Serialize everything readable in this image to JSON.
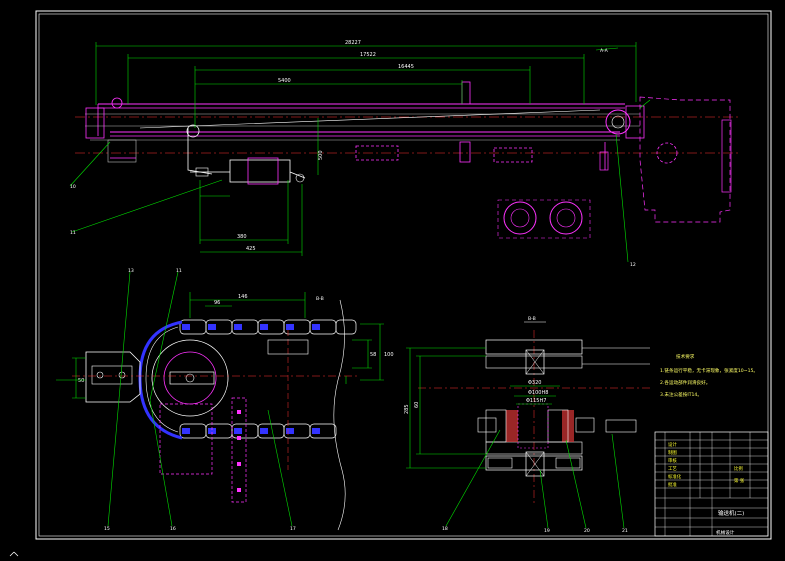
{
  "dimensions": {
    "overall_length": "28227",
    "length_17522": "17522",
    "length_16445": "16445",
    "length_5400": "5400",
    "height_500": "500",
    "width_380": "380",
    "width_425": "425",
    "link_146": "146",
    "link_96": "96",
    "height_58": "58",
    "height_50": "50",
    "height_100": "100",
    "phi_320": "Φ320",
    "phi_100h": "Φ100H8",
    "phi_115h": "Φ115H7",
    "height_285": "285",
    "height_60": "60"
  },
  "section_labels": {
    "a_a": "A-A",
    "b_b": "B-B",
    "b_b_2": "B-B"
  },
  "part_tags": [
    "10",
    "11",
    "12",
    "13",
    "11",
    "15",
    "16",
    "17",
    "18",
    "19",
    "20",
    "21"
  ],
  "tech_requirements": {
    "title": "技术要求",
    "lines": [
      "1.链条运行平稳，无卡滞现象，张紧度10~15。",
      "2.各运动部件润滑良好。",
      "3.未注公差按IT14。"
    ]
  },
  "title_block": {
    "drawing_title": "输送机(二)",
    "rows": [
      "设计",
      "制图",
      "审核",
      "工艺",
      "标准化",
      "批准"
    ],
    "scale_label": "比例",
    "sheet_label": "第 张",
    "company": "机械设计"
  }
}
